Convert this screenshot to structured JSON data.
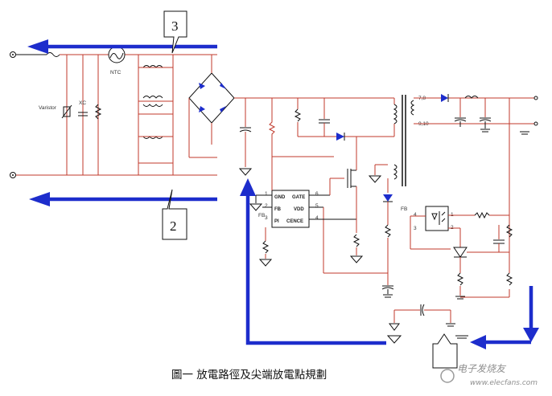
{
  "caption": "圖一 放電路徑及尖端放電點規劃",
  "watermark": "电子发烧友",
  "watermark_url": "www.elecfans.com",
  "callouts": {
    "top": "3",
    "bottom": "2"
  },
  "labels": {
    "varistor": "Varistor",
    "xc": "XC",
    "ntc": "NTC",
    "fb_left": "FB",
    "fb_right": "FB",
    "ic_gnd": "GND",
    "ic_gate": "GATE",
    "ic_fb": "FB",
    "ic_vdd": "VDD",
    "ic_pi": "PI",
    "ic_sense": "CENCE",
    "ic_pin1": "1",
    "ic_pin2": "2",
    "ic_pin3": "3",
    "ic_pin4": "4",
    "ic_pin5": "5",
    "ic_pin6": "6",
    "tr_pins_a": "7,8",
    "tr_pins_b": "9,10",
    "opto_pin3": "3",
    "opto_pin4": "4",
    "opto_pin1": "1",
    "opto_pin2": "2"
  },
  "colors": {
    "path_arrow": "#1d2dcc",
    "wire": "#c0392b",
    "component": "#111111"
  }
}
